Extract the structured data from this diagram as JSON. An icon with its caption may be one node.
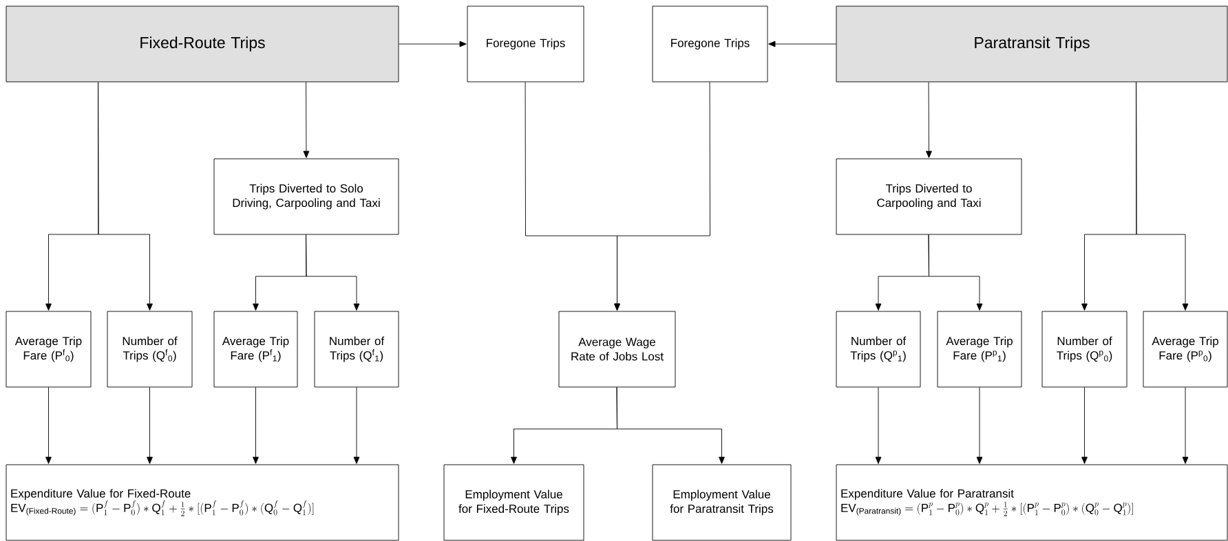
{
  "diagram": {
    "nodes": [
      {
        "text": [
          "Fixed-Route Trips"
        ]
      },
      {
        "text": [
          "Foregone Trips"
        ]
      },
      {
        "text": [
          "Foregone Trips"
        ]
      },
      {
        "text": [
          "Paratransit Trips"
        ]
      },
      {
        "text": [
          "Trips Diverted to Solo Driving, Carpooling and Taxi"
        ]
      },
      {
        "text": [
          "Trips Diverted to Carpooling and Taxi"
        ]
      },
      {
        "text": [
          "Average Trip Fare (P$^{f}$$_{0}$)"
        ]
      },
      {
        "text": [
          "Number of Trips (Q$^{f}$$_{0}$)"
        ]
      },
      {
        "text": [
          "Average Trip Fare (P$^{f}$$_{1}$)"
        ]
      },
      {
        "text": [
          "Number of Trips (Q$^{f}$$_{1}$)"
        ]
      },
      {
        "text": [
          "Average Wage Rate of Jobs Lost"
        ]
      },
      {
        "text": [
          "Number of Trips (Q$^{p}$$_{1}$)"
        ]
      },
      {
        "text": [
          "Average Trip Fare (P$^{p}$$_{1}$)"
        ]
      },
      {
        "text": [
          "Number of Trips (Q$^{p}$$_{0}$)"
        ]
      },
      {
        "text": [
          "Average Trip Fare (P$^{p}$$_{0}$)"
        ]
      },
      {
        "text": [
          "Expenditure Value for Fixed-Route",
          "\\mathrm{EV}_{\\text{(Fixed-Route)}} = (\\mathrm{P}^{f}_{1} - \\mathrm{P}^{f}_{0}) * \\mathrm{Q}^{f}_{1} + \\tfrac{1}{2} * [(\\mathrm{P}^{f}_{1} - \\mathrm{P}^{f}_{0}) * (\\mathrm{Q}^{f}_{0} - \\mathrm{Q}^{f}_{1})]"
        ]
      },
      {
        "text": [
          "Employment Value for Fixed-Route Trips"
        ]
      },
      {
        "text": [
          "Employment Value for Paratransit Trips"
        ]
      },
      {
        "text": [
          "Expenditure Value for Paratransit",
          "\\mathrm{EV}_{\\text{(Paratransit)}} = (\\mathrm{P}^{p}_{1} - \\mathrm{P}^{p}_{0}) * \\mathrm{Q}^{p}_{1} + \\tfrac{1}{2} * [(\\mathrm{P}^{p}_{1} - \\mathrm{P}^{p}_{0}) * (\\mathrm{Q}^{p}_{0} - \\mathrm{Q}^{p}_{1})]"
        ]
      }
    ],
    "edges": [
      {
        "from": 0,
        "to": 1,
        "arrow": "to"
      },
      {
        "from": 3,
        "to": 2,
        "arrow": "to"
      },
      {
        "from": 0,
        "to": 6,
        "arrow": "to"
      },
      {
        "from": 0,
        "to": 7,
        "arrow": "to"
      },
      {
        "from": 0,
        "to": 4,
        "arrow": "to"
      },
      {
        "from": 4,
        "to": 8,
        "arrow": "to"
      },
      {
        "from": 4,
        "to": 9,
        "arrow": "to"
      },
      {
        "from": 1,
        "to": 10,
        "arrow": "to"
      },
      {
        "from": 2,
        "to": 10,
        "arrow": "to"
      },
      {
        "from": 10,
        "to": 16,
        "arrow": "to"
      },
      {
        "from": 10,
        "to": 17,
        "arrow": "to"
      },
      {
        "from": 3,
        "to": 5,
        "arrow": "to"
      },
      {
        "from": 3,
        "to": 13,
        "arrow": "to"
      },
      {
        "from": 3,
        "to": 14,
        "arrow": "to"
      },
      {
        "from": 5,
        "to": 11,
        "arrow": "to"
      },
      {
        "from": 5,
        "to": 12,
        "arrow": "to"
      },
      {
        "from": 6,
        "to": 15,
        "arrow": "to"
      },
      {
        "from": 7,
        "to": 15,
        "arrow": "to"
      },
      {
        "from": 8,
        "to": 15,
        "arrow": "to"
      },
      {
        "from": 9,
        "to": 15,
        "arrow": "to"
      },
      {
        "from": 11,
        "to": 18,
        "arrow": "to"
      },
      {
        "from": 12,
        "to": 18,
        "arrow": "to"
      },
      {
        "from": 13,
        "to": 18,
        "arrow": "to"
      },
      {
        "from": 14,
        "to": 18,
        "arrow": "to"
      }
    ]
  }
}
